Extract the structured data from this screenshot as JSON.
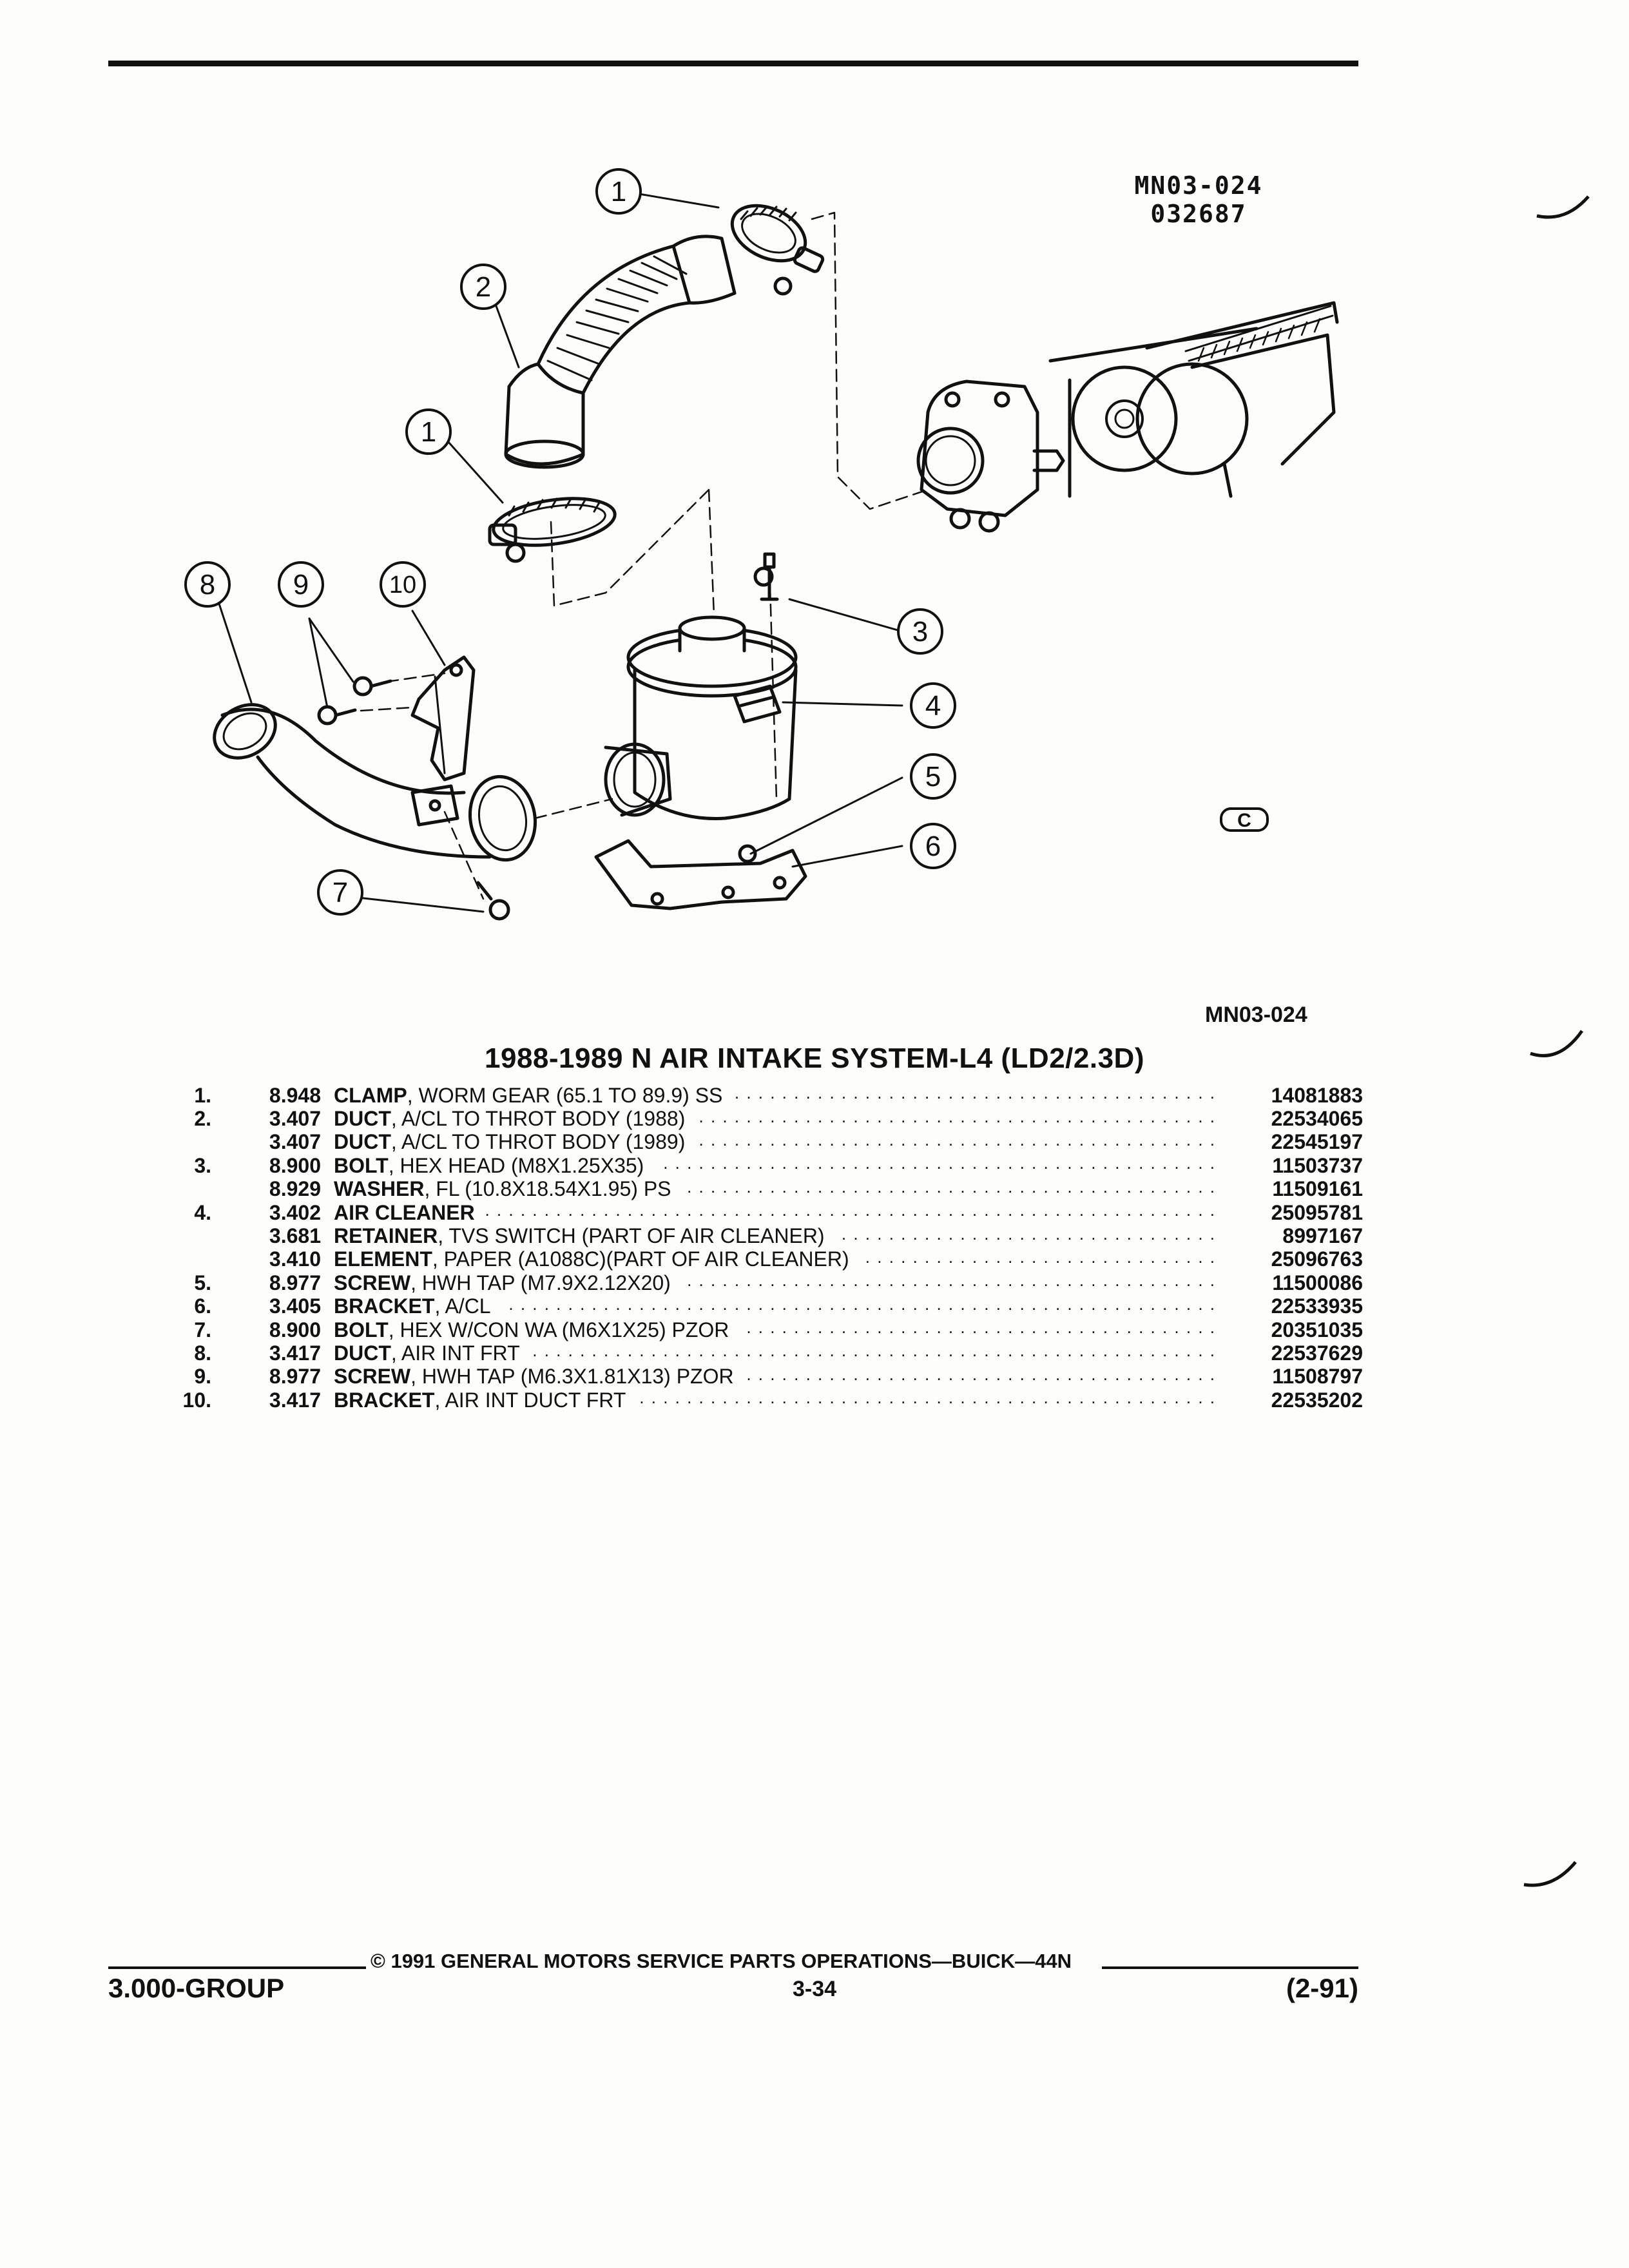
{
  "drawing_code": [
    "MN03-024",
    "032687"
  ],
  "callouts": [
    "1",
    "2",
    "1",
    "3",
    "4",
    "5",
    "6",
    "7",
    "8",
    "9",
    "10"
  ],
  "logo_symbol": "C",
  "figure_ref": "MN03-024",
  "section_title": "1988-1989 N AIR INTAKE SYSTEM-L4 (LD2/2.3D)",
  "parts": [
    {
      "item": "1.",
      "group": "8.948",
      "name": "CLAMP",
      "detail": ", WORM GEAR (65.1 TO 89.9) SS",
      "part_no": "14081883"
    },
    {
      "item": "2.",
      "group": "3.407",
      "name": "DUCT",
      "detail": ", A/CL TO THROT BODY (1988)",
      "part_no": "22534065"
    },
    {
      "item": "",
      "group": "3.407",
      "name": "DUCT",
      "detail": ", A/CL TO THROT BODY (1989)",
      "part_no": "22545197"
    },
    {
      "item": "3.",
      "group": "8.900",
      "name": "BOLT",
      "detail": ", HEX HEAD (M8X1.25X35)",
      "part_no": "11503737"
    },
    {
      "item": "",
      "group": "8.929",
      "name": "WASHER",
      "detail": ", FL (10.8X18.54X1.95) PS",
      "part_no": "11509161"
    },
    {
      "item": "4.",
      "group": "3.402",
      "name": "AIR CLEANER",
      "detail": "",
      "part_no": "25095781"
    },
    {
      "item": "",
      "group": "3.681",
      "name": "RETAINER",
      "detail": ", TVS SWITCH (PART OF AIR CLEANER)",
      "part_no": "8997167"
    },
    {
      "item": "",
      "group": "3.410",
      "name": "ELEMENT",
      "detail": ", PAPER (A1088C)(PART OF AIR CLEANER)",
      "part_no": "25096763"
    },
    {
      "item": "5.",
      "group": "8.977",
      "name": "SCREW",
      "detail": ", HWH TAP (M7.9X2.12X20)",
      "part_no": "11500086"
    },
    {
      "item": "6.",
      "group": "3.405",
      "name": "BRACKET",
      "detail": ", A/CL",
      "part_no": "22533935"
    },
    {
      "item": "7.",
      "group": "8.900",
      "name": "BOLT",
      "detail": ", HEX W/CON WA (M6X1X25) PZOR",
      "part_no": "20351035"
    },
    {
      "item": "8.",
      "group": "3.417",
      "name": "DUCT",
      "detail": ", AIR INT FRT",
      "part_no": "22537629"
    },
    {
      "item": "9.",
      "group": "8.977",
      "name": "SCREW",
      "detail": ", HWH TAP (M6.3X1.81X13) PZOR",
      "part_no": "11508797"
    },
    {
      "item": "10.",
      "group": "3.417",
      "name": "BRACKET",
      "detail": ", AIR INT DUCT FRT",
      "part_no": "22535202"
    }
  ],
  "footer": {
    "copyright": "© 1991 GENERAL MOTORS SERVICE PARTS OPERATIONS—BUICK—44N",
    "group": "3.000-GROUP",
    "page": "3-34",
    "revision": "(2-91)"
  }
}
